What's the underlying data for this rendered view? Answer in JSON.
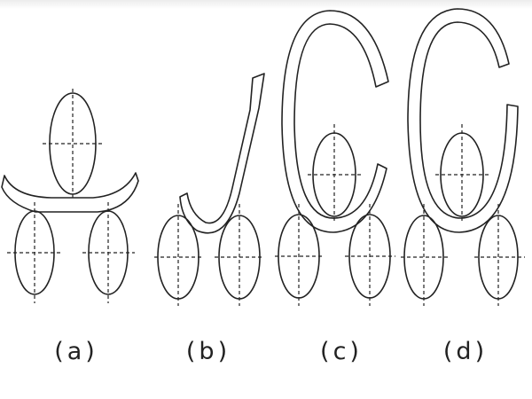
{
  "panels": [
    {
      "id": "a",
      "label": "(a)"
    },
    {
      "id": "b",
      "label": "(b)"
    },
    {
      "id": "c",
      "label": "(c)"
    },
    {
      "id": "d",
      "label": "(d)"
    }
  ],
  "colors": {
    "line": "#222222",
    "background": "#ffffff"
  }
}
